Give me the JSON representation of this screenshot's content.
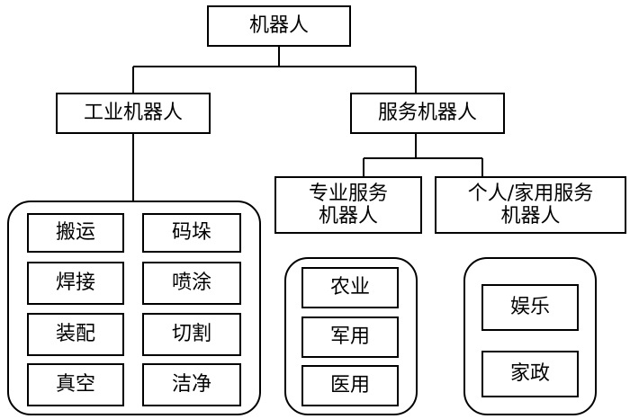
{
  "root": {
    "label": "机器人"
  },
  "industrial": {
    "label": "工业机器人",
    "items": [
      "搬运",
      "码垛",
      "焊接",
      "喷涂",
      "装配",
      "切割",
      "真空",
      "洁净"
    ]
  },
  "service": {
    "label": "服务机器人",
    "professional": {
      "label": "专业服务\n机器人",
      "items": [
        "农业",
        "军用",
        "医用"
      ]
    },
    "personal": {
      "label": "个人/家用服务\n机器人",
      "items": [
        "娱乐",
        "家政"
      ]
    }
  }
}
